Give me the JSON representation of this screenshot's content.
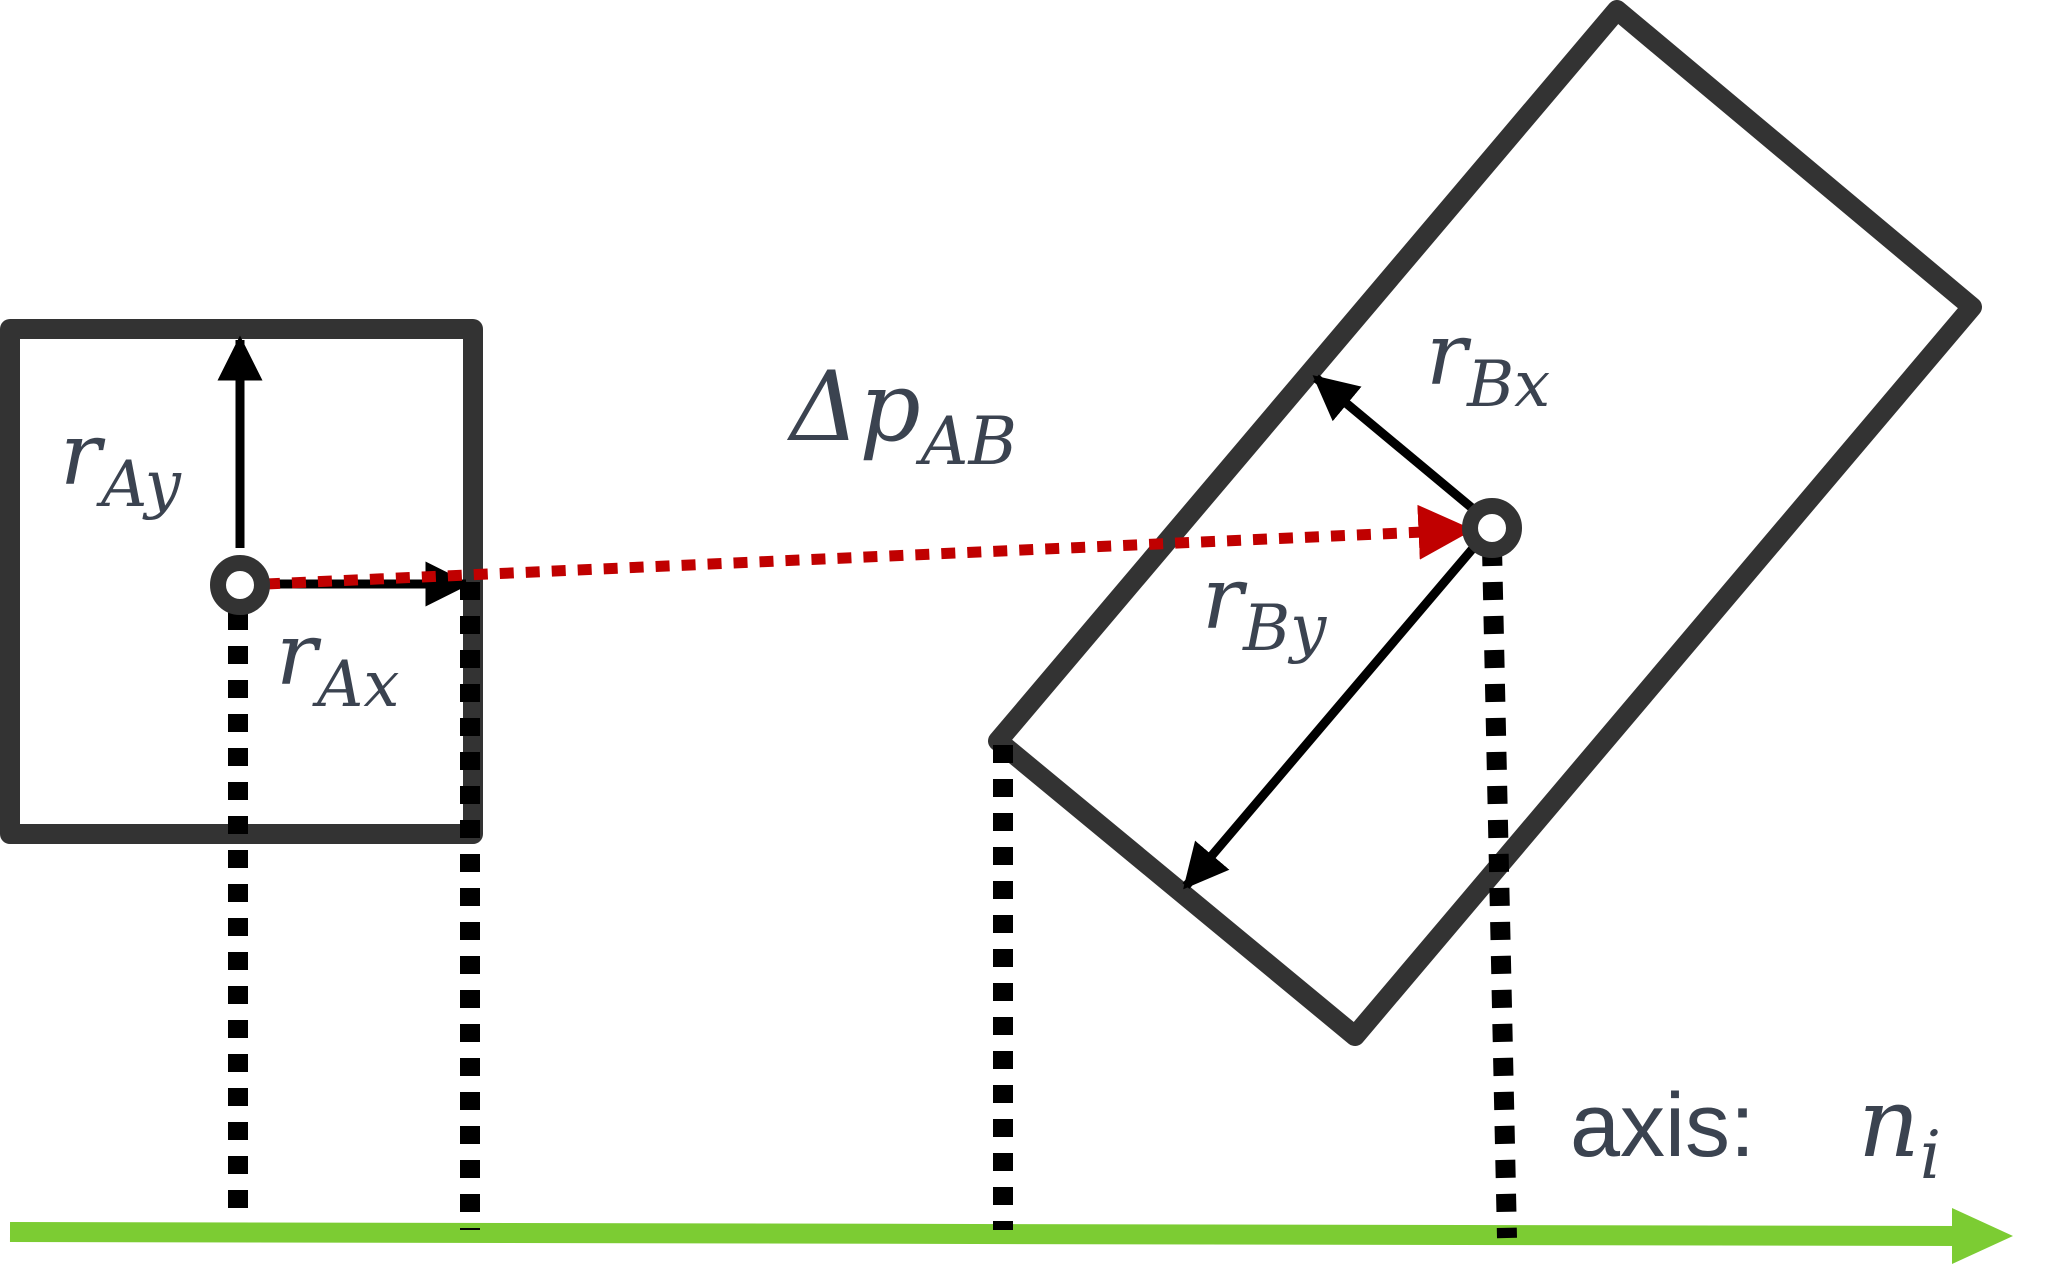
{
  "labels": {
    "r_ay": {
      "base": "r",
      "sub": "Ay"
    },
    "r_ax": {
      "base": "r",
      "sub": "Ax"
    },
    "delta_p": {
      "base": "Δp",
      "sub": "AB"
    },
    "r_bx": {
      "base": "r",
      "sub": "Bx"
    },
    "r_by": {
      "base": "r",
      "sub": "By"
    },
    "axis_word": "axis:",
    "axis_symbol": {
      "base": "n",
      "sub": "i"
    }
  },
  "colors": {
    "outline": "#333333",
    "vector": "#000000",
    "separation": "#c00000",
    "axis": "#7ccc33",
    "text": "#3b4350"
  }
}
